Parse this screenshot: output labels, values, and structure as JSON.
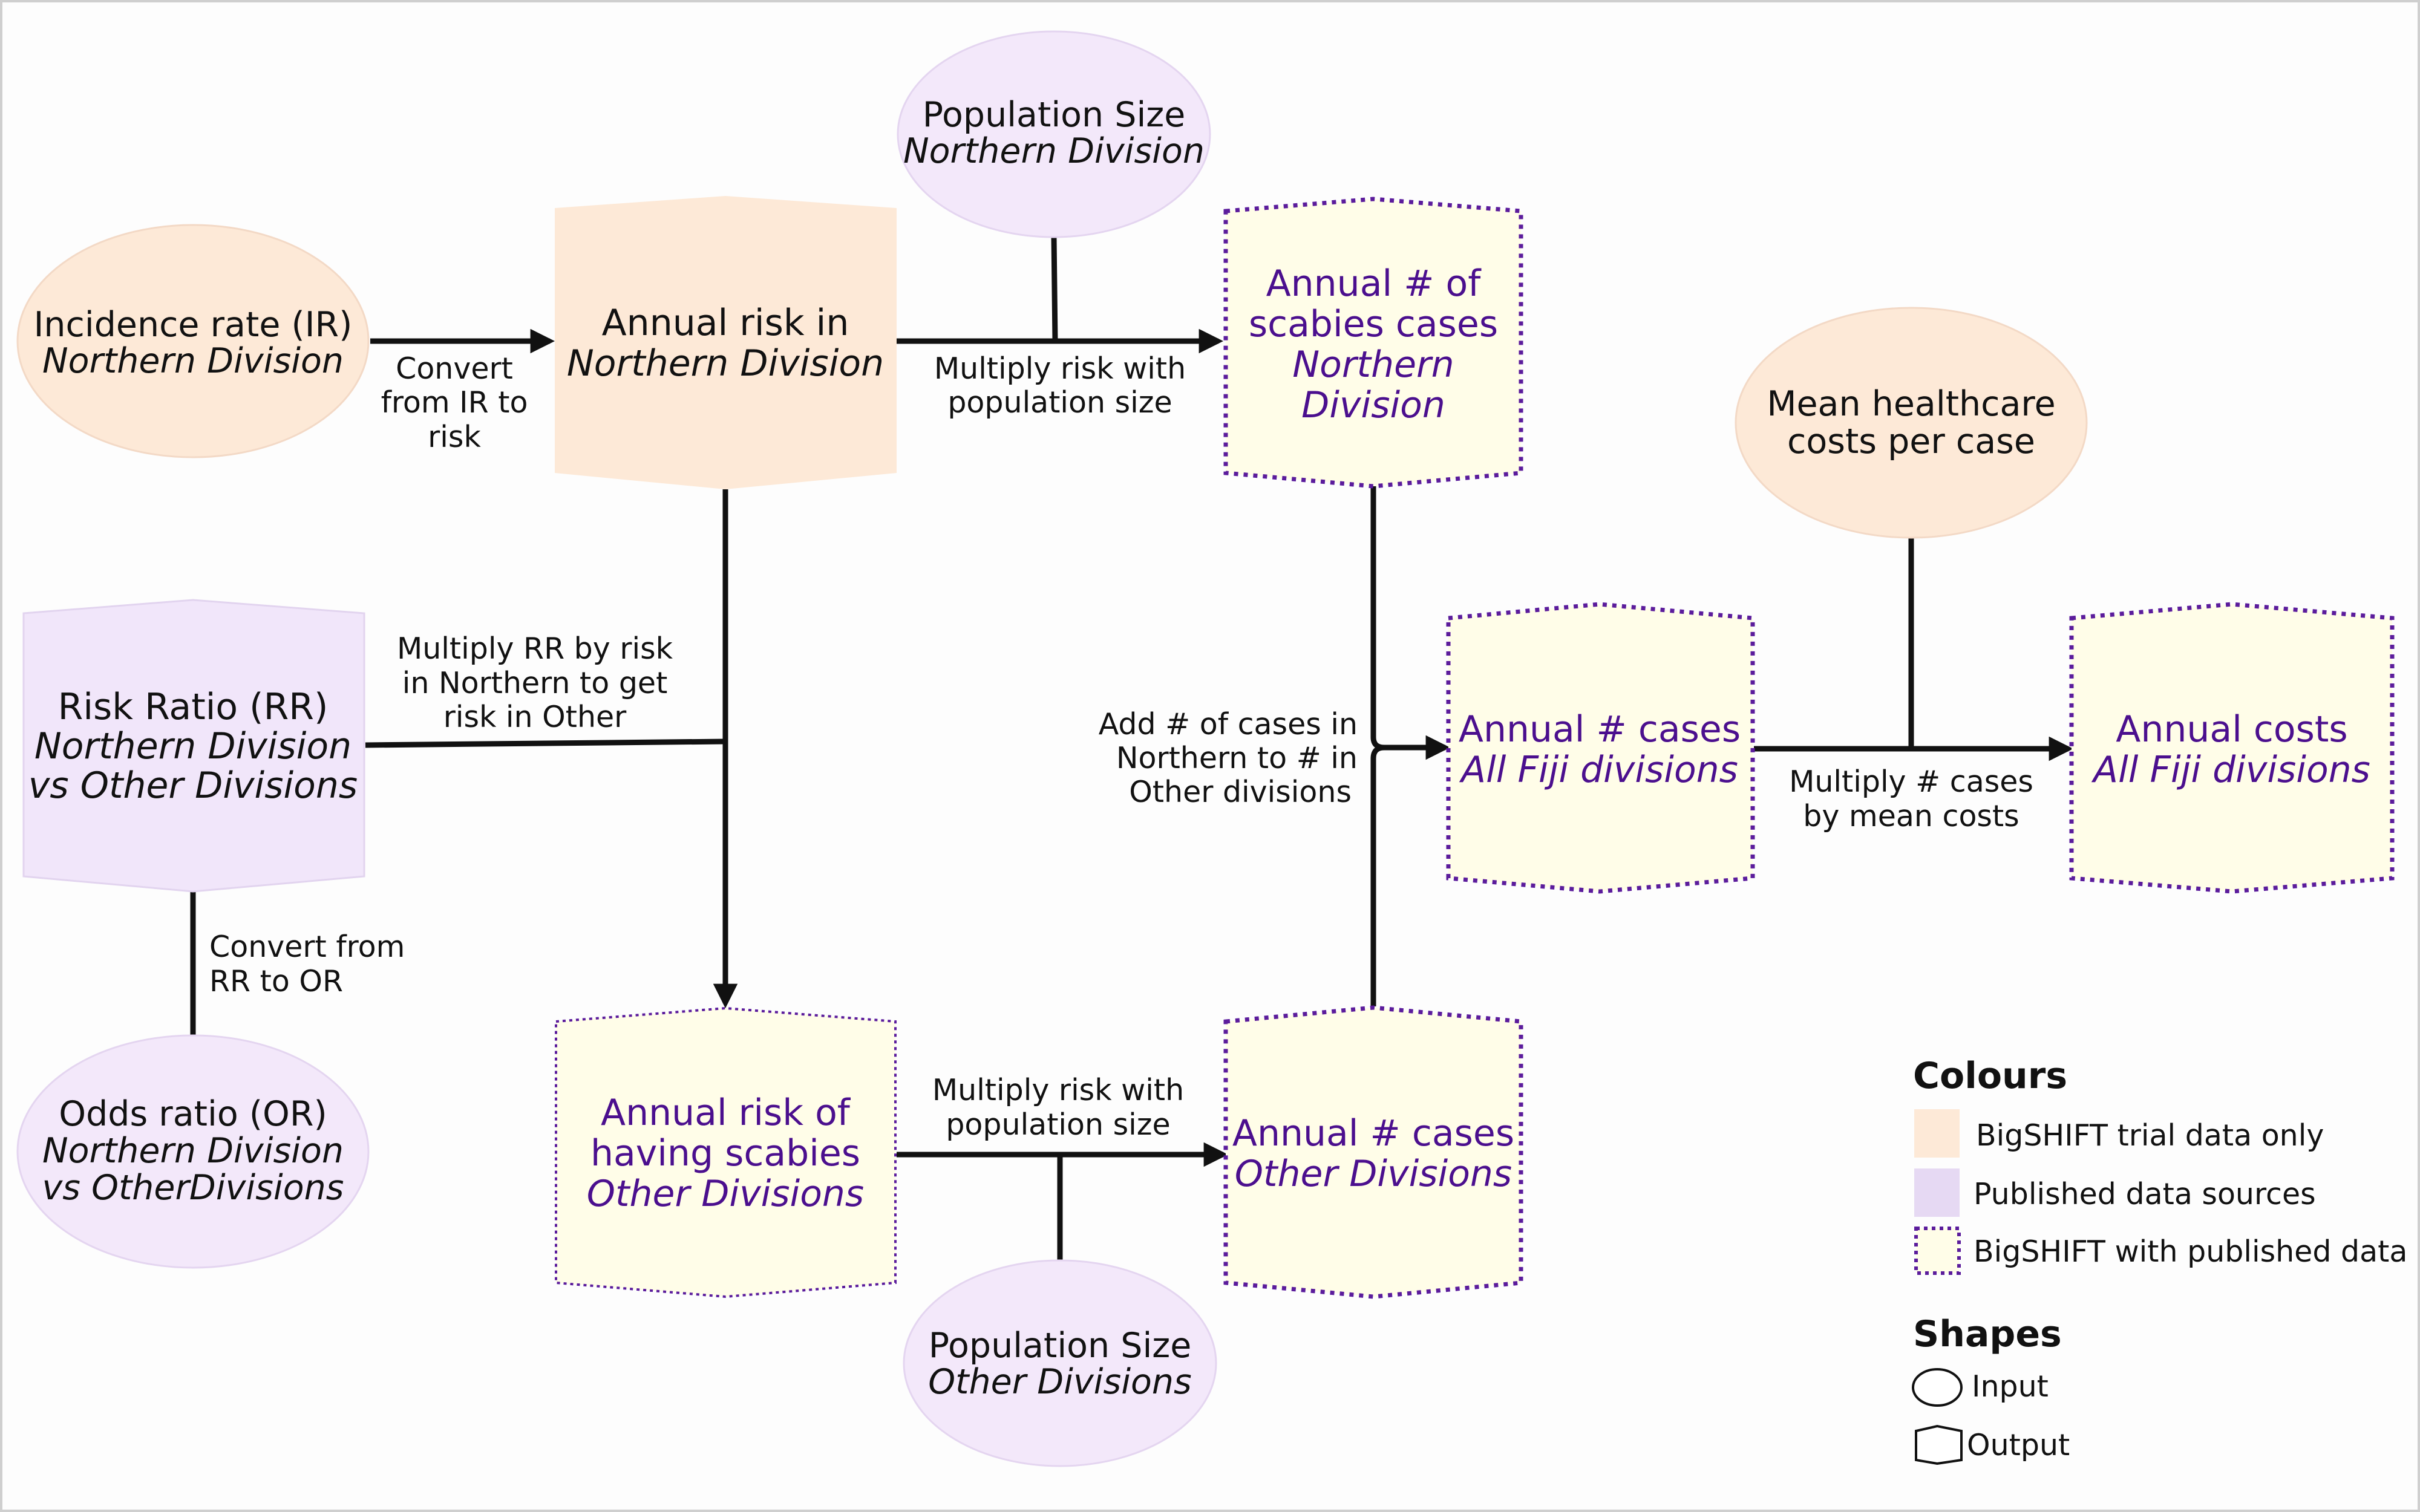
{
  "colors": {
    "bigshift": "#fde9d7",
    "published": "#e6d9f3",
    "combined_fill": "#fffde8",
    "combined_border": "#5b1c9c",
    "output_text": "#4b0f8e",
    "line": "#111111"
  },
  "nodes": {
    "incidence": {
      "line1": "Incidence rate (IR)",
      "line2": "Northern Division"
    },
    "annual_risk_north": {
      "line1": "Annual risk in",
      "line2": "Northern Division"
    },
    "pop_north": {
      "line1": "Population Size",
      "line2": "Northern Division"
    },
    "cases_north": {
      "line1": "Annual # of",
      "line2": "scabies cases",
      "line3": "Northern",
      "line4": "Division"
    },
    "mean_costs": {
      "line1": "Mean healthcare",
      "line2": "costs per case"
    },
    "risk_ratio": {
      "line1": "Risk Ratio (RR)",
      "line2": "Northern Division",
      "line3": "vs Other Divisions"
    },
    "cases_all": {
      "line1": "Annual # cases",
      "line2": "All Fiji divisions"
    },
    "costs_all": {
      "line1": "Annual costs",
      "line2": "All Fiji divisions"
    },
    "odds_ratio": {
      "line1": "Odds ratio (OR)",
      "line2": "Northern Division",
      "line3": "vs OtherDivisions"
    },
    "risk_other": {
      "line1": "Annual risk of",
      "line2": "having scabies",
      "line3": "Other Divisions"
    },
    "cases_other": {
      "line1": "Annual # cases",
      "line2": "Other Divisions"
    },
    "pop_other": {
      "line1": "Population Size",
      "line2": "Other Divisions"
    }
  },
  "edge_labels": {
    "convert_ir": {
      "line1": "Convert",
      "line2": "from IR to",
      "line3": "risk"
    },
    "multiply_pop_north": {
      "line1": "Multiply risk with",
      "line2": "population size"
    },
    "multiply_rr": {
      "line1": "Multiply RR by risk",
      "line2": "in Northern to get",
      "line3": "risk in Other"
    },
    "add_cases": {
      "line1": "Add  # of cases in",
      "line2": "Northern to # in",
      "line3": "Other divisions"
    },
    "multiply_costs": {
      "line1": "Multiply # cases",
      "line2": "by mean costs"
    },
    "convert_rr": {
      "line1": "Convert from",
      "line2": "RR to OR"
    },
    "multiply_pop_other": {
      "line1": "Multiply risk with",
      "line2": "population size"
    }
  },
  "legend": {
    "colours_title": "Colours",
    "colours": [
      {
        "label": "BigSHIFT trial data only"
      },
      {
        "label": "Published data sources"
      },
      {
        "label": "BigSHIFT with published data"
      }
    ],
    "shapes_title": "Shapes",
    "shapes": [
      {
        "label": "Input",
        "icon": "ellipse-icon"
      },
      {
        "label": "Output",
        "icon": "document-icon"
      }
    ]
  }
}
